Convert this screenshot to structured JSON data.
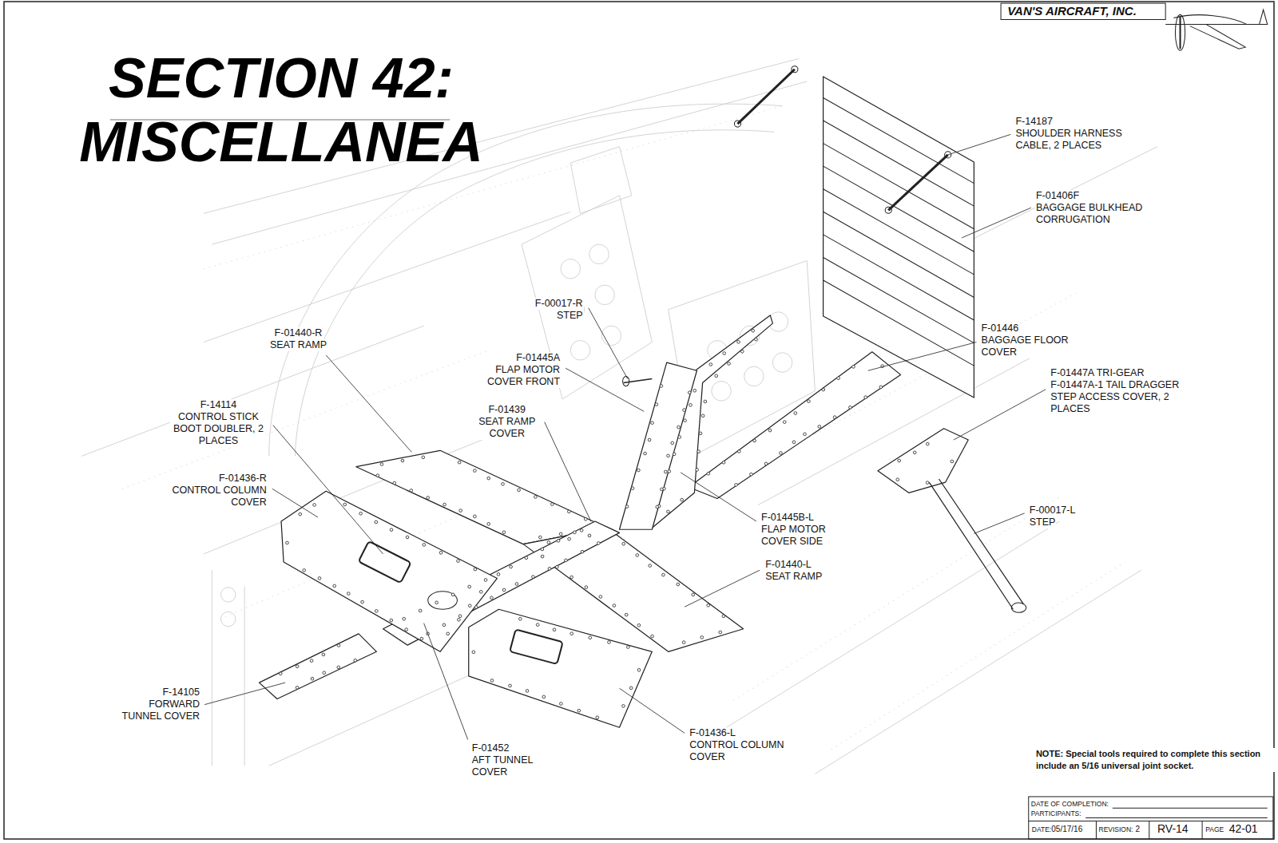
{
  "diagram": {
    "title": "SECTION 42: MISCELLANEA",
    "labels": [
      "VAN'S AIRCRAFT, INC.",
      "F-14187",
      "SHOULDER HARNESS CABLE, 2 PLACES",
      "F-01406F",
      "BAGGAGE BULKHEAD CORRUGATION",
      "F-01446",
      "BAGGAGE FLOOR COVER",
      "F-01447A TRI-GEAR",
      "F-01447A-1 TAIL DRAGGER",
      "STEP ACCESS COVER, 2 PLACES",
      "F-00017-R",
      "STEP",
      "F-01445A",
      "FLAP MOTOR COVER FRONT",
      "F-01439",
      "SEAT RAMP COVER",
      "F-01440-R",
      "SEAT RAMP",
      "F-14114",
      "CONTROL STICK BOOT DOUBLER, 2 PLACES",
      "F-01436-R",
      "CONTROL COLUMN COVER",
      "F-01445B-L",
      "FLAP MOTOR COVER SIDE",
      "F-00017-L",
      "STEP",
      "F-01440-L",
      "SEAT RAMP",
      "F-14105",
      "FORWARD TUNNEL COVER",
      "F-01452",
      "AFT TUNNEL COVER",
      "F-01436-L",
      "CONTROL COLUMN COVER",
      "NOTE: Special tools required to complete this section include an 5/16 universal joint socket.",
      "DATE OF COMPLETION:",
      "PARTICIPANTS:",
      "DATE:",
      "05/17/16",
      "REVISION:",
      "2",
      "RV-14",
      "PAGE",
      "42-01"
    ]
  }
}
